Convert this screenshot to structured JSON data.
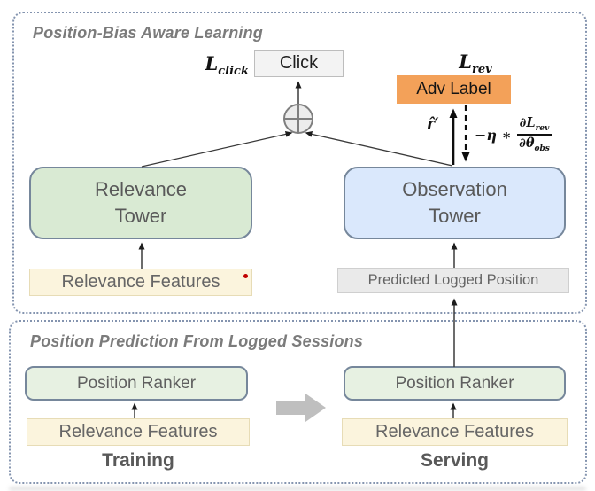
{
  "top_section": {
    "title": "Position-Bias Aware Learning",
    "click_box": "Click",
    "adv_label": "Adv Label",
    "relevance_tower": "Relevance Tower",
    "observation_tower": "Observation Tower",
    "relevance_features": "Relevance Features",
    "predicted_logged_position": "Predicted Logged Position",
    "math": {
      "l_click_base": "L",
      "l_click_sub": "click",
      "l_rev_base": "L",
      "l_rev_sub": "rev",
      "r_hat_prime": "r̂′",
      "update_prefix": "−η ∗",
      "update_num_base": "∂L",
      "update_num_sub": "rev",
      "update_den_base": "∂θ",
      "update_den_sub": "obs"
    }
  },
  "bottom_section": {
    "title": "Position Prediction From Logged Sessions",
    "training": {
      "ranker": "Position Ranker",
      "features": "Relevance Features",
      "caption": "Training"
    },
    "serving": {
      "ranker": "Position Ranker",
      "features": "Relevance Features",
      "caption": "Serving"
    }
  },
  "colors": {
    "adv_label_orange": "#f3a159",
    "tower_green": "#d9ead3",
    "tower_blue": "#dae8fc",
    "features_cream": "#fbf4dd",
    "predicted_gray": "#eaeaea",
    "click_gray": "#f3f3f3",
    "ranker_light_green": "#e7f1e2",
    "dotted_border_blue_gray": "#8494af",
    "box_border_gray_blue": "#76879b",
    "text_gray": "#595959",
    "red_dot": "#c00000",
    "block_arrow_gray": "#bfbfbf"
  }
}
